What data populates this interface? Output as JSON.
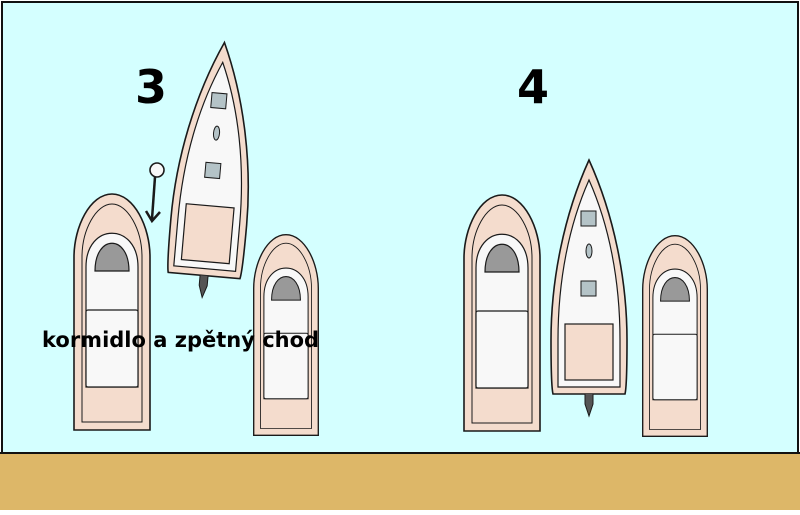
{
  "colors": {
    "water": "#d4ffff",
    "dock": "#ddb768",
    "hull": "#f4dccd",
    "deck": "#f8f8f8",
    "windshield": "#999999",
    "hatch": "#b4c3c7",
    "outline": "#1a1a1a"
  },
  "steps": [
    {
      "number": "3"
    },
    {
      "number": "4"
    }
  ],
  "caption": "kormidlo a zpětný chod"
}
